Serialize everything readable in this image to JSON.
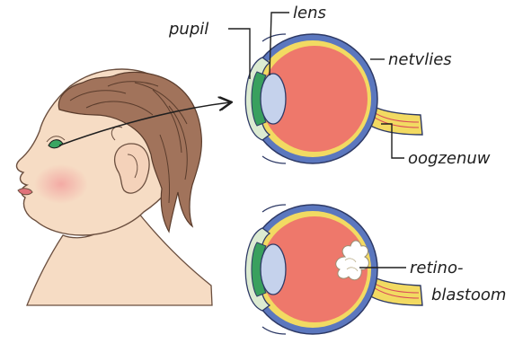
{
  "labels": {
    "pupil": "pupil",
    "lens": "lens",
    "retina": "netvlies",
    "optic_nerve": "oogzenuw",
    "tumor_line1": "retino-",
    "tumor_line2": "blastoom"
  },
  "colors": {
    "skin": "#f6dcc4",
    "hair": "#a1735b",
    "sclera": "#5b77be",
    "vitreous": "#ee786b",
    "retina": "#f2da62",
    "iris": "#39a05e",
    "lens": "#c5d2ec",
    "cornea": "#dcebd2",
    "tumor": "#ffffff"
  }
}
